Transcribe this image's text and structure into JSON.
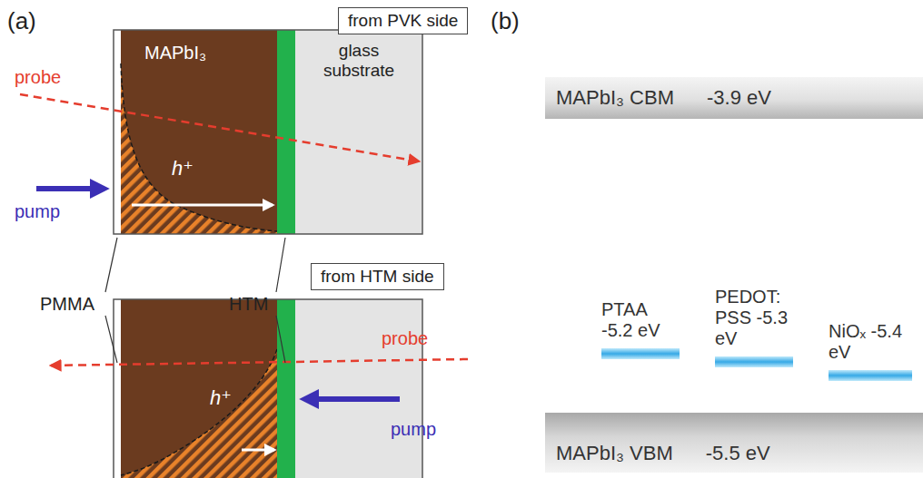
{
  "diagram": {
    "nodes": [
      {
        "text": [
          "from PVK side"
        ]
      },
      {
        "text": [
          "MAPbI₃",
          "h⁺"
        ]
      },
      {
        "text": [
          "glass substrate"
        ]
      },
      {
        "text": [
          "from HTM side"
        ]
      },
      {
        "text": [
          "h⁺"
        ]
      },
      {
        "text": [
          "MAPbI₃ CBM",
          "-3.9 eV"
        ]
      },
      {
        "text": [
          "PTAA -5.2 eV"
        ]
      },
      {
        "text": [
          "PEDOT: PSS -5.3 eV"
        ]
      },
      {
        "text": [
          "NiOₓ -5.4 eV"
        ]
      },
      {
        "text": [
          "MAPbI₃ VBM",
          "-5.5 eV"
        ]
      }
    ],
    "labels": [
      "(a)",
      "probe",
      "pump",
      "PMMA",
      "HTM",
      "probe",
      "pump",
      "(b)"
    ]
  }
}
